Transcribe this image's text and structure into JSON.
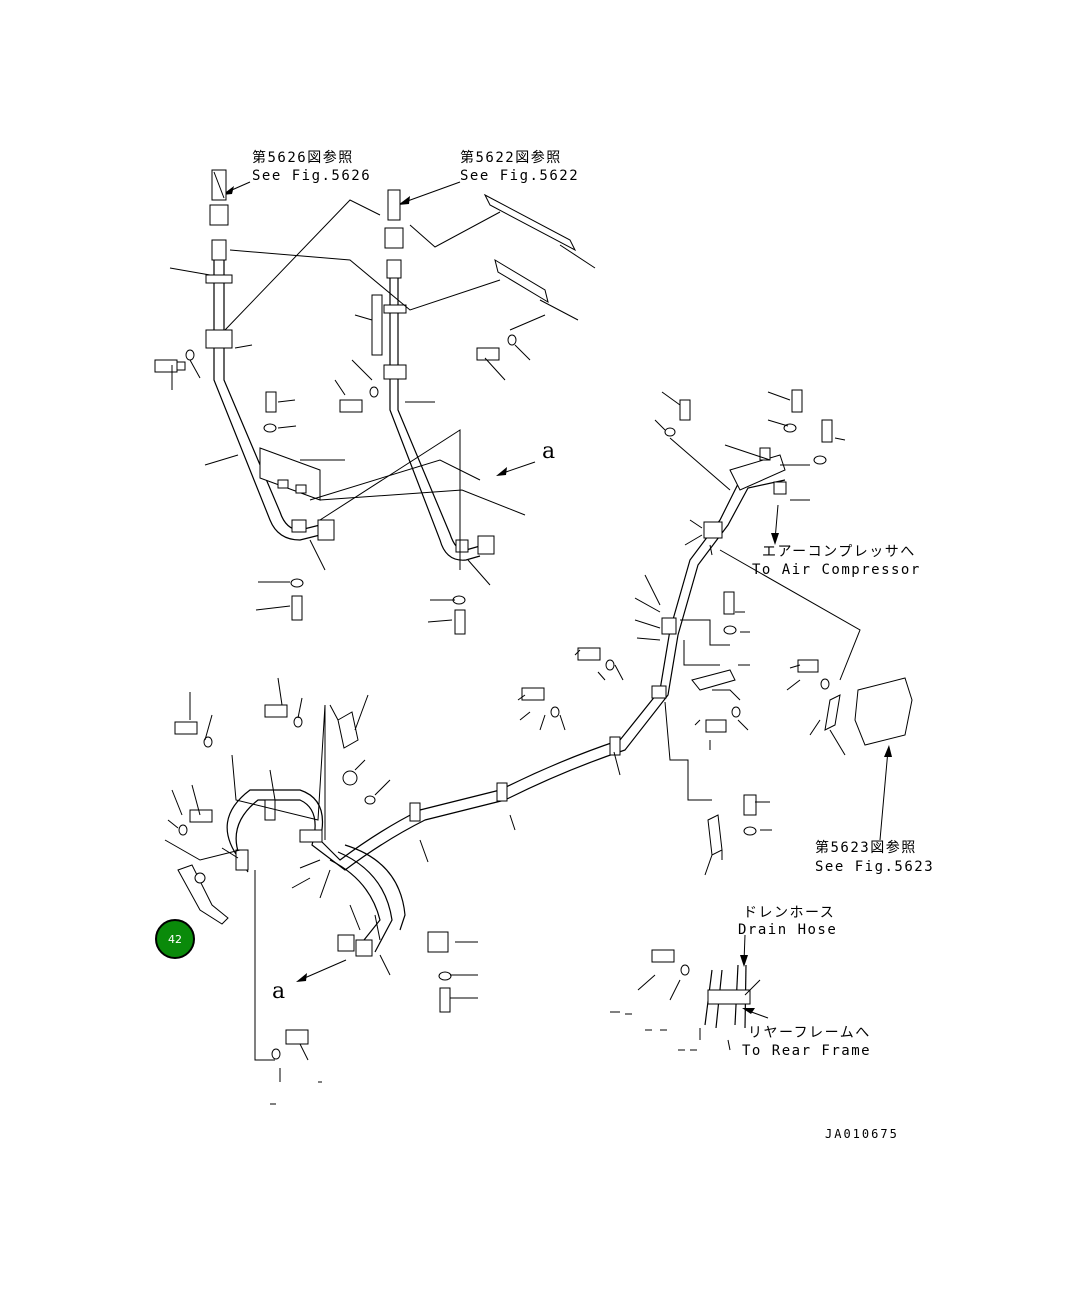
{
  "references": {
    "fig5626": {
      "jp": "第5626図参照",
      "en": "See Fig.5626"
    },
    "fig5622": {
      "jp": "第5622図参照",
      "en": "See Fig.5622"
    },
    "fig5623": {
      "jp": "第5623図参照",
      "en": "See Fig.5623"
    }
  },
  "destinations": {
    "air_compressor": {
      "jp": "エアーコンプレッサへ",
      "en": "To Air Compressor"
    },
    "drain_hose": {
      "jp": "ドレンホース",
      "en": "Drain Hose"
    },
    "rear_frame": {
      "jp": "リヤーフレームへ",
      "en": "To Rear Frame"
    }
  },
  "view_markers": [
    "a",
    "a"
  ],
  "callout": {
    "label": "42",
    "color": "#0a8a0a"
  },
  "drawing_number": "JA010675"
}
